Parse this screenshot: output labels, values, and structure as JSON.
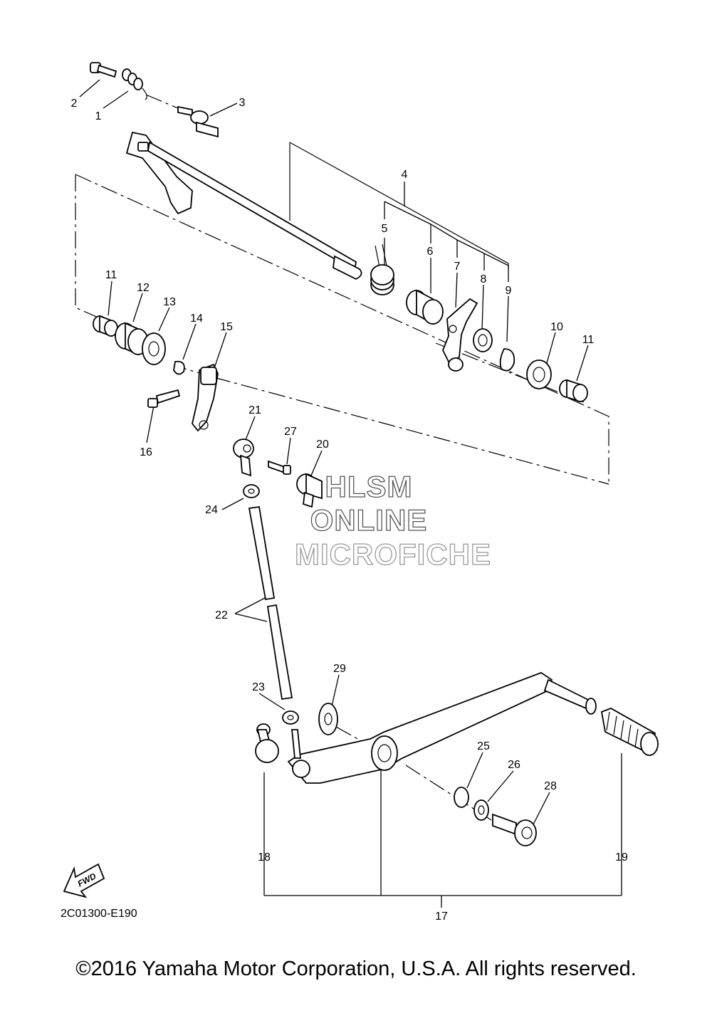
{
  "diagram": {
    "part_code": "2C01300-E190",
    "copyright": "©2016 Yamaha Motor Corporation, U.S.A. All rights reserved.",
    "watermark": [
      "HLSM",
      "ONLINE",
      "MICROFICHE"
    ],
    "fwd_label": "FWD",
    "callouts": [
      "1",
      "2",
      "3",
      "4",
      "5",
      "6",
      "7",
      "8",
      "9",
      "10",
      "11",
      "11",
      "12",
      "13",
      "14",
      "15",
      "16",
      "17",
      "18",
      "19",
      "20",
      "21",
      "22",
      "23",
      "24",
      "25",
      "26",
      "27",
      "28",
      "29"
    ]
  }
}
